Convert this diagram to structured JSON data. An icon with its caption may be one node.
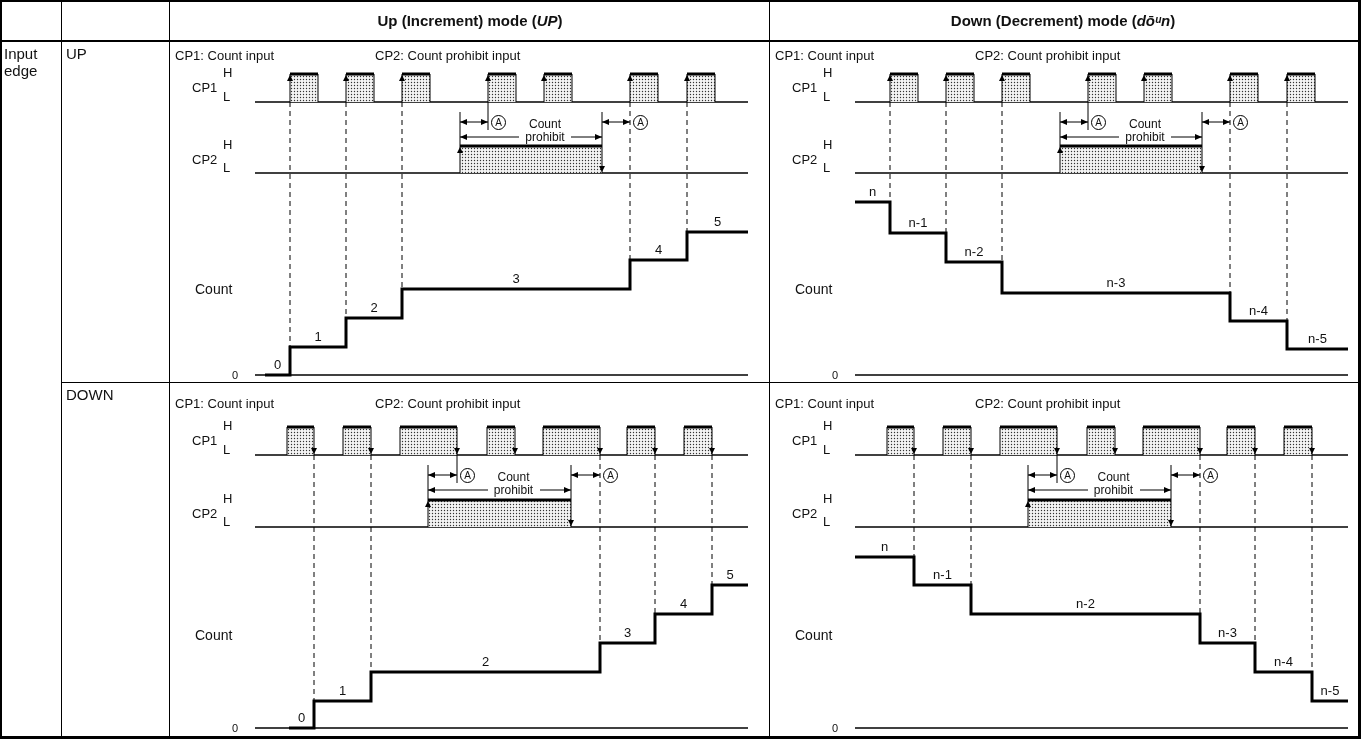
{
  "diagram": {
    "labels": [
      "Up (Increment) mode (*UP*)",
      "Down (Decrement) mode (*dōᵘn*)",
      "Input edge",
      "UP",
      "CP1: Count input",
      "CP2: Count prohibit input",
      "H",
      "CP1",
      "L",
      "A",
      "Count prohibit",
      "A",
      "H",
      "CP2",
      "L",
      "Count",
      "0",
      "0",
      "1",
      "2",
      "3",
      "4",
      "5",
      "CP1: Count input",
      "CP2: Count prohibit input",
      "H",
      "CP1",
      "L",
      "A",
      "Count prohibit",
      "A",
      "H",
      "CP2",
      "L",
      "Count",
      "0",
      "n",
      "n-1",
      "n-2",
      "n-3",
      "n-4",
      "n-5",
      "DOWN",
      "CP1: Count input",
      "CP2: Count prohibit input",
      "H",
      "CP1",
      "L",
      "A",
      "Count prohibit",
      "A",
      "H",
      "CP2",
      "L",
      "Count",
      "0",
      "0",
      "1",
      "2",
      "3",
      "4",
      "5",
      "CP1: Count input",
      "CP2: Count prohibit input",
      "H",
      "CP1",
      "L",
      "A",
      "Count prohibit",
      "A",
      "H",
      "CP2",
      "L",
      "Count",
      "0",
      "n",
      "n-1",
      "n-2",
      "n-3",
      "n-4",
      "n-5"
    ]
  }
}
